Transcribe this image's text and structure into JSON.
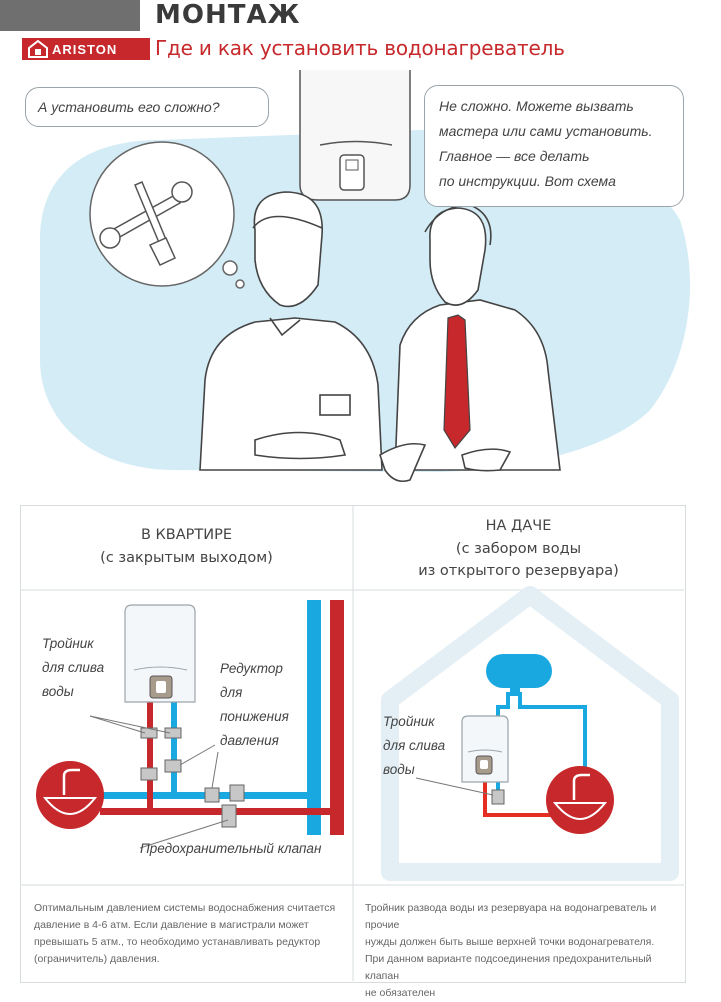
{
  "header": {
    "title": "МОНТАЖ",
    "brand": "ARISTON",
    "subtitle": "Где и как установить водонагреватель"
  },
  "bubbles": {
    "question": "А установить его сложно?",
    "answer_lines": [
      "Не сложно. Можете вызвать",
      "мастера или сами установить.",
      "Главное — все делать",
      "по инструкции. Вот схема"
    ]
  },
  "apartment": {
    "title": "В КВАРТИРЕ",
    "subtitle": "(с закрытым выходом)",
    "label_tee": [
      "Тройник",
      "для слива",
      "воды"
    ],
    "label_reducer": [
      "Редуктор",
      "для",
      "понижения",
      "давления"
    ],
    "label_valve": "Предохранительный клапан",
    "note": [
      "Оптимальным давлением системы водоснабжения считается",
      "давление в 4-6 атм. Если давление в магистрали может",
      "превышать 5 атм., то необходимо устанавливать редуктор",
      "(ограничитель) давления."
    ]
  },
  "dacha": {
    "title": "НА ДАЧЕ",
    "subtitle_lines": [
      "(с забором воды",
      "из открытого резервуара)"
    ],
    "label_tee": [
      "Тройник",
      "для слива",
      "воды"
    ],
    "note": [
      "Тройник развода воды из резервуара на водонагреватель и прочие",
      "нужды должен быть выше верхней точки водонагревателя.",
      "При данном варианте подсоединения предохранительный клапан",
      "не обязателен"
    ]
  },
  "colors": {
    "brand_red": "#c6282b",
    "cold_blue": "#1aa8e0",
    "hot_red": "#c6282b",
    "sky": "#d3ecf6",
    "house": "#e3eff4"
  }
}
